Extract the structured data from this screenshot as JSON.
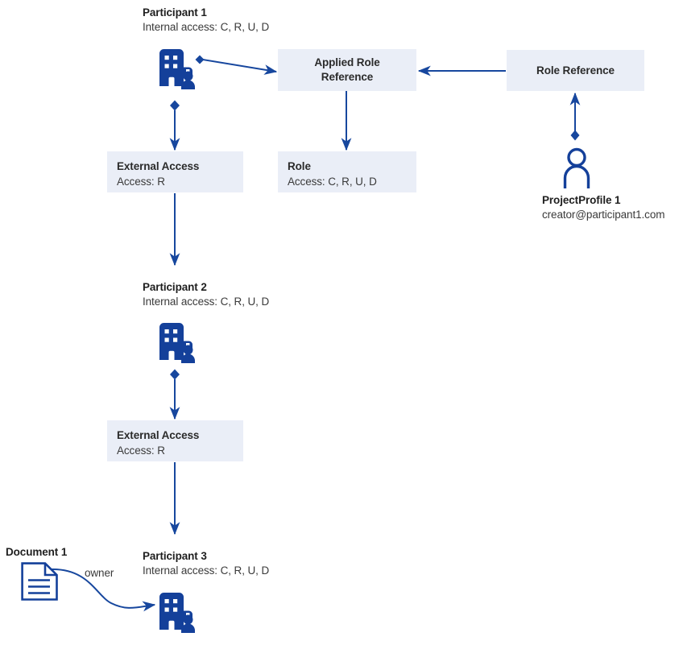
{
  "colors": {
    "box_fill": "#eaeef7",
    "connector": "#17479e",
    "icon_blue": "#14409a",
    "text_dark": "#2b2b2b",
    "text_body": "#3a3a3a",
    "background": "#ffffff"
  },
  "nodes": {
    "participant1": {
      "title": "Participant 1",
      "subtitle": "Internal access: C, R, U, D",
      "icon": "building-person-icon"
    },
    "participant2": {
      "title": "Participant 2",
      "subtitle": "Internal access: C, R, U, D",
      "icon": "building-person-icon"
    },
    "participant3": {
      "title": "Participant 3",
      "subtitle": "Internal access: C, R, U, D",
      "icon": "building-person-icon"
    },
    "applied_role_reference": {
      "title": "Applied Role\nReference",
      "line1": "Applied Role",
      "line2": "Reference"
    },
    "role_reference": {
      "title": "Role Reference"
    },
    "external_access_1": {
      "title": "External Access",
      "subtitle": "Access: R"
    },
    "external_access_2": {
      "title": "External Access",
      "subtitle": "Access: R"
    },
    "role": {
      "title": "Role",
      "subtitle": "Access: C, R, U, D"
    },
    "project_profile": {
      "title": "ProjectProfile 1",
      "subtitle": "creator@participant1.com",
      "icon": "person-icon"
    },
    "document1": {
      "title": "Document 1",
      "icon": "document-icon"
    }
  },
  "edges": {
    "owner": {
      "label": "owner"
    }
  }
}
